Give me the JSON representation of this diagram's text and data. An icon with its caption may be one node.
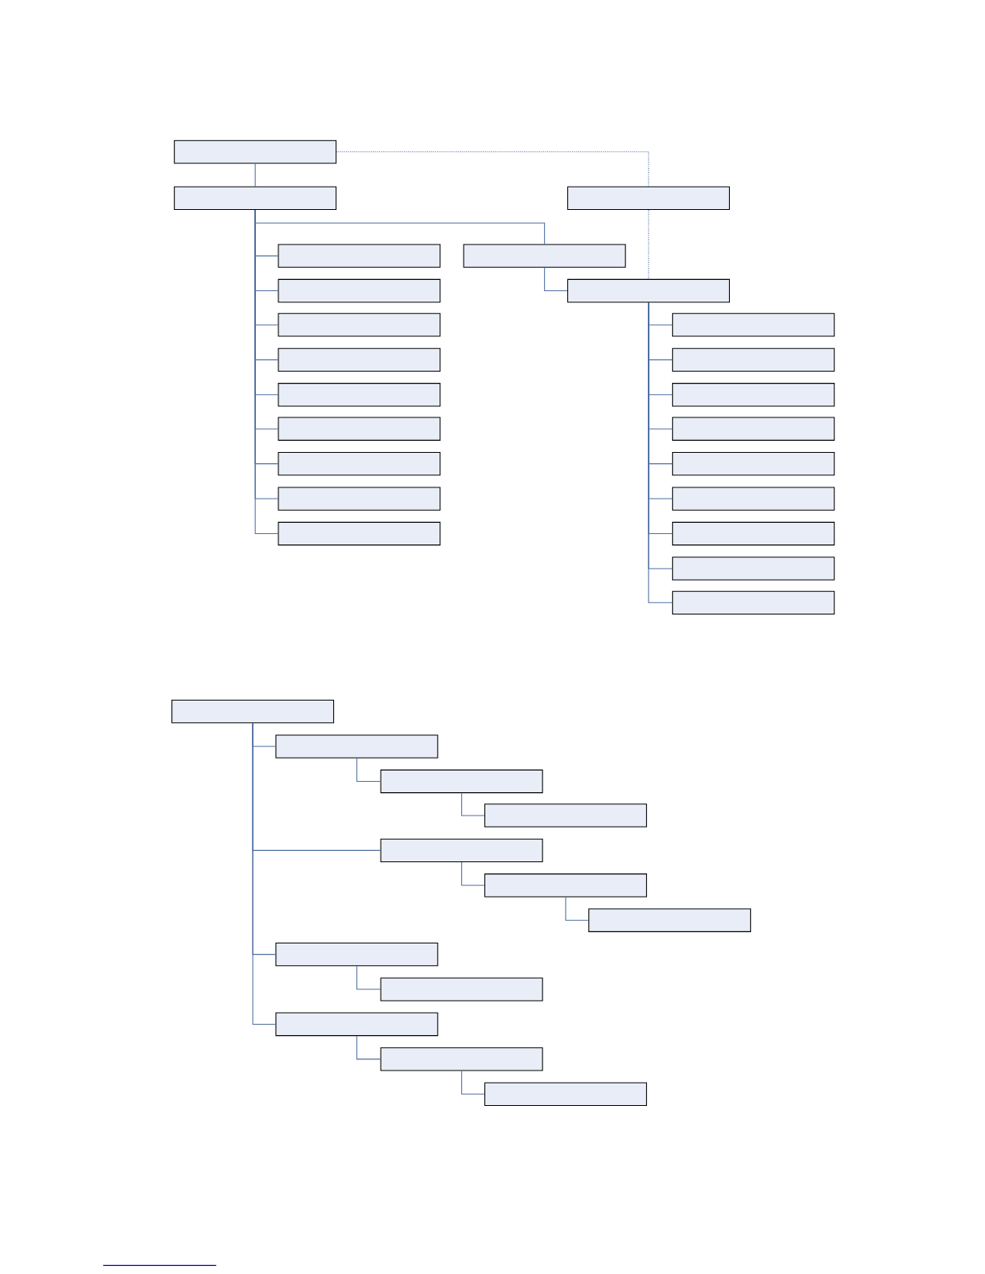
{
  "diagram": {
    "nodes": [
      {
        "text": [],
        "shape": "box"
      },
      {
        "text": [],
        "shape": "box"
      },
      {
        "text": [],
        "shape": "box"
      },
      {
        "text": [],
        "shape": "box"
      },
      {
        "text": [],
        "shape": "box"
      },
      {
        "text": [],
        "shape": "box"
      },
      {
        "text": [],
        "shape": "box"
      },
      {
        "text": [],
        "shape": "box"
      },
      {
        "text": [],
        "shape": "box"
      },
      {
        "text": [],
        "shape": "box"
      },
      {
        "text": [],
        "shape": "box"
      },
      {
        "text": [],
        "shape": "box"
      },
      {
        "text": [],
        "shape": "box"
      },
      {
        "text": [],
        "shape": "box"
      },
      {
        "text": [],
        "shape": "box"
      },
      {
        "text": [],
        "shape": "box"
      },
      {
        "text": [],
        "shape": "box"
      },
      {
        "text": [],
        "shape": "box"
      },
      {
        "text": [],
        "shape": "box"
      },
      {
        "text": [],
        "shape": "box"
      },
      {
        "text": [],
        "shape": "box"
      },
      {
        "text": [],
        "shape": "box"
      },
      {
        "text": [],
        "shape": "box"
      },
      {
        "text": [],
        "shape": "box"
      },
      {
        "text": [],
        "shape": "box"
      },
      {
        "text": [],
        "shape": "box"
      },
      {
        "text": [],
        "shape": "box"
      },
      {
        "text": [],
        "shape": "box"
      },
      {
        "text": [],
        "shape": "box"
      },
      {
        "text": [],
        "shape": "box"
      },
      {
        "text": [],
        "shape": "box"
      },
      {
        "text": [],
        "shape": "box"
      },
      {
        "text": [],
        "shape": "box"
      },
      {
        "text": [],
        "shape": "box"
      },
      {
        "text": [],
        "shape": "box"
      }
    ],
    "edges": [
      {
        "from": 0,
        "to": 1,
        "arrow": "none"
      },
      {
        "from": 0,
        "to": 2,
        "arrow": "none",
        "style": "dashed"
      },
      {
        "from": 2,
        "to": 13,
        "arrow": "none",
        "style": "dashed"
      },
      {
        "from": 1,
        "to": 3,
        "arrow": "none"
      },
      {
        "from": 1,
        "to": 4,
        "arrow": "none"
      },
      {
        "from": 1,
        "to": 5,
        "arrow": "none"
      },
      {
        "from": 1,
        "to": 6,
        "arrow": "none"
      },
      {
        "from": 1,
        "to": 7,
        "arrow": "none"
      },
      {
        "from": 1,
        "to": 8,
        "arrow": "none"
      },
      {
        "from": 1,
        "to": 9,
        "arrow": "none"
      },
      {
        "from": 1,
        "to": 10,
        "arrow": "none"
      },
      {
        "from": 1,
        "to": 11,
        "arrow": "none"
      },
      {
        "from": 1,
        "to": 12,
        "arrow": "none"
      },
      {
        "from": 12,
        "to": 13,
        "arrow": "none"
      },
      {
        "from": 13,
        "to": 14,
        "arrow": "none"
      },
      {
        "from": 13,
        "to": 15,
        "arrow": "none"
      },
      {
        "from": 13,
        "to": 16,
        "arrow": "none"
      },
      {
        "from": 13,
        "to": 17,
        "arrow": "none"
      },
      {
        "from": 13,
        "to": 18,
        "arrow": "none"
      },
      {
        "from": 13,
        "to": 19,
        "arrow": "none"
      },
      {
        "from": 13,
        "to": 20,
        "arrow": "none"
      },
      {
        "from": 13,
        "to": 21,
        "arrow": "none"
      },
      {
        "from": 13,
        "to": 22,
        "arrow": "none"
      },
      {
        "from": 23,
        "to": 24,
        "arrow": "none"
      },
      {
        "from": 24,
        "to": 25,
        "arrow": "none"
      },
      {
        "from": 25,
        "to": 26,
        "arrow": "none"
      },
      {
        "from": 23,
        "to": 27,
        "arrow": "none"
      },
      {
        "from": 27,
        "to": 28,
        "arrow": "none"
      },
      {
        "from": 28,
        "to": 29,
        "arrow": "none"
      },
      {
        "from": 23,
        "to": 30,
        "arrow": "none"
      },
      {
        "from": 30,
        "to": 31,
        "arrow": "none"
      },
      {
        "from": 23,
        "to": 32,
        "arrow": "none"
      },
      {
        "from": 32,
        "to": 33,
        "arrow": "none"
      },
      {
        "from": 33,
        "to": 34,
        "arrow": "none"
      }
    ]
  }
}
